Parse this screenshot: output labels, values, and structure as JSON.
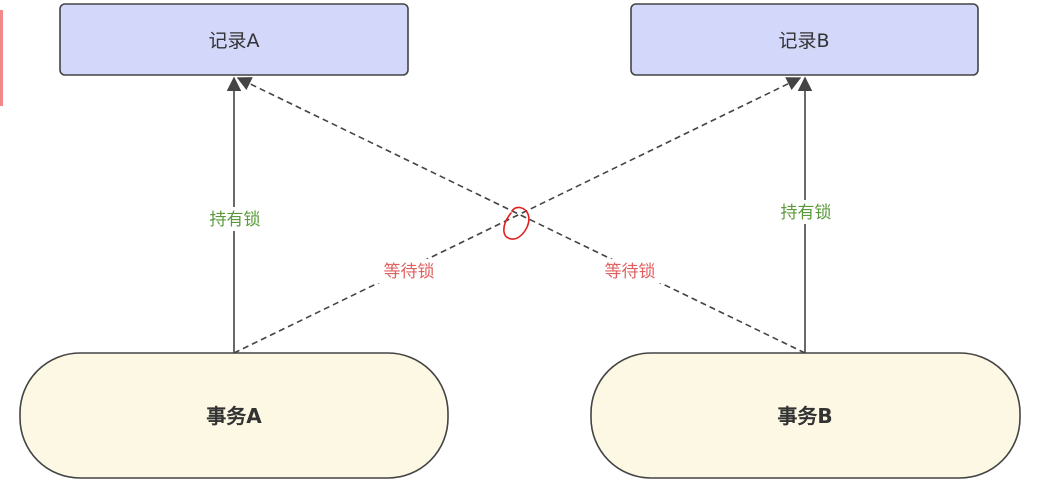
{
  "nodes": {
    "record_a": "记录A",
    "record_b": "记录B",
    "transaction_a": "事务A",
    "transaction_b": "事务B"
  },
  "edges": {
    "hold_lock_a": "持有锁",
    "hold_lock_b": "持有锁",
    "wait_lock_a": "等待锁",
    "wait_lock_b": "等待锁"
  },
  "colors": {
    "record_fill": "#d3d7fa",
    "transaction_fill": "#fcf8e3",
    "hold_text": "#5a9a3a",
    "wait_text": "#e06060",
    "line": "#555555",
    "annotation": "#e02020"
  }
}
